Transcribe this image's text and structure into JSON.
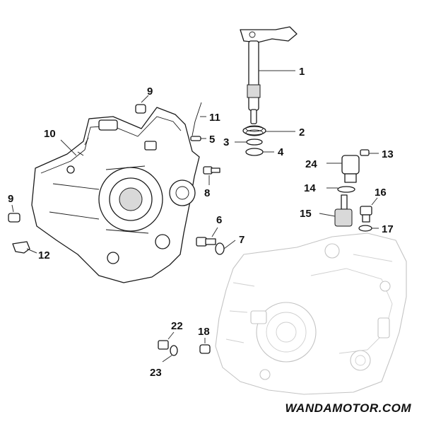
{
  "diagram": {
    "callouts": [
      {
        "id": "c1",
        "number": "1"
      },
      {
        "id": "c2",
        "number": "2"
      },
      {
        "id": "c3",
        "number": "3"
      },
      {
        "id": "c4",
        "number": "4"
      },
      {
        "id": "c5",
        "number": "5"
      },
      {
        "id": "c6",
        "number": "6"
      },
      {
        "id": "c7",
        "number": "7"
      },
      {
        "id": "c8",
        "number": "8"
      },
      {
        "id": "c9a",
        "number": "9"
      },
      {
        "id": "c9b",
        "number": "9"
      },
      {
        "id": "c10",
        "number": "10"
      },
      {
        "id": "c11",
        "number": "11"
      },
      {
        "id": "c12",
        "number": "12"
      },
      {
        "id": "c13",
        "number": "13"
      },
      {
        "id": "c14",
        "number": "14"
      },
      {
        "id": "c15",
        "number": "15"
      },
      {
        "id": "c16",
        "number": "16"
      },
      {
        "id": "c17",
        "number": "17"
      },
      {
        "id": "c18",
        "number": "18"
      },
      {
        "id": "c22",
        "number": "22"
      },
      {
        "id": "c23",
        "number": "23"
      },
      {
        "id": "c24",
        "number": "24"
      }
    ]
  },
  "watermark": "WANDAMOTOR.COM"
}
